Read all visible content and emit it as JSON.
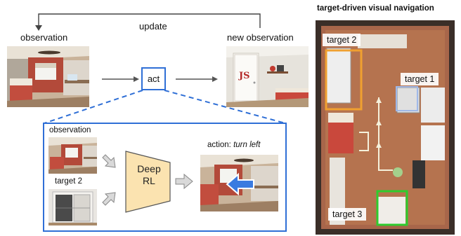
{
  "labels": {
    "update": "update",
    "observation_top": "observation",
    "new_observation": "new observation",
    "act": "act",
    "observation_inner": "observation",
    "target_inner": "target 2",
    "deep_rl_line1": "Deep",
    "deep_rl_line2": "RL",
    "action_prefix": "action: ",
    "action_value": "turn left",
    "nav_title": "target-driven visual navigation",
    "target1": "target 1",
    "target2": "target 2",
    "target3": "target 3"
  },
  "colors": {
    "blue": "#2f6fd6",
    "target1_box": "#9fb8e8",
    "target2_box": "#f0a030",
    "target3_box": "#2ecc2e",
    "rl_fill": "#fbe3b0",
    "path": "#f5f1dc"
  }
}
